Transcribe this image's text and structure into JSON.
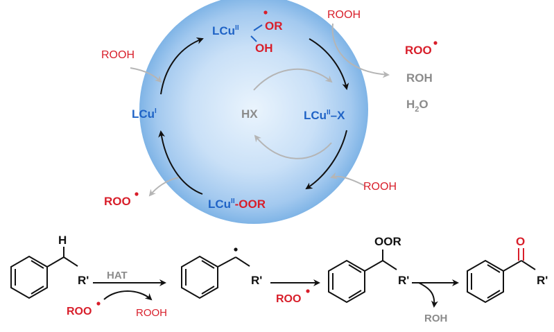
{
  "cycle": {
    "intermediates": {
      "lcu1": {
        "main": "LCu",
        "sup": "I"
      },
      "lcu2_peroxo": {
        "main": "LCu",
        "sup": "II",
        "radical_ligand": "OR",
        "oh_ligand": "OH"
      },
      "lcu2_x": {
        "main": "LCu",
        "sup": "II",
        "suffix": "–X"
      },
      "lcu2_oor": {
        "main": "LCu",
        "sup": "II",
        "suffix": "-OOR"
      }
    },
    "center": "HX",
    "inputs": [
      "ROOH",
      "ROOH",
      "ROOH"
    ],
    "outputs": {
      "roo_right": "ROO",
      "roo_left": "ROO",
      "roh": "ROH",
      "h2o_main": "H",
      "h2o_sub": "2",
      "h2o_end": "O"
    }
  },
  "scheme": {
    "sub1": {
      "h": "H",
      "r": "R'"
    },
    "hat": "HAT",
    "roo_in": "ROO",
    "rooh_out": "ROOH",
    "sub2": {
      "r": "R'"
    },
    "roo_step2": "ROO",
    "sub3": {
      "oor": "OOR",
      "r": "R'"
    },
    "roh_out": "ROH",
    "sub4": {
      "o": "O",
      "r": "R'"
    }
  },
  "colors": {
    "cycle_text": "#1f63c6",
    "radical_red": "#d81e2a",
    "byproduct_gray": "#8b8b8b",
    "sphere_light": "#eaf4fd",
    "sphere_dark": "#7fb4e6"
  }
}
